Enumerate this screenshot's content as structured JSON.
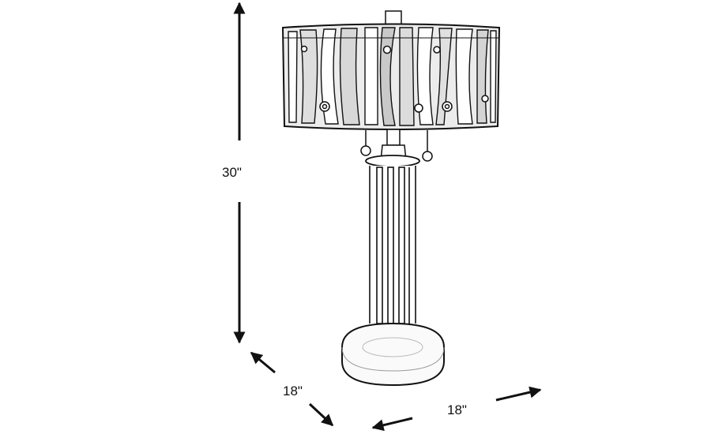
{
  "diagram": {
    "subject": "table lamp line drawing",
    "colors": {
      "line": "#111111",
      "background": "#ffffff",
      "shade_fill": "#e9e9e9"
    },
    "dimensions": {
      "height": {
        "label": "30\""
      },
      "depth": {
        "label": "18\""
      },
      "width": {
        "label": "18\""
      }
    }
  }
}
